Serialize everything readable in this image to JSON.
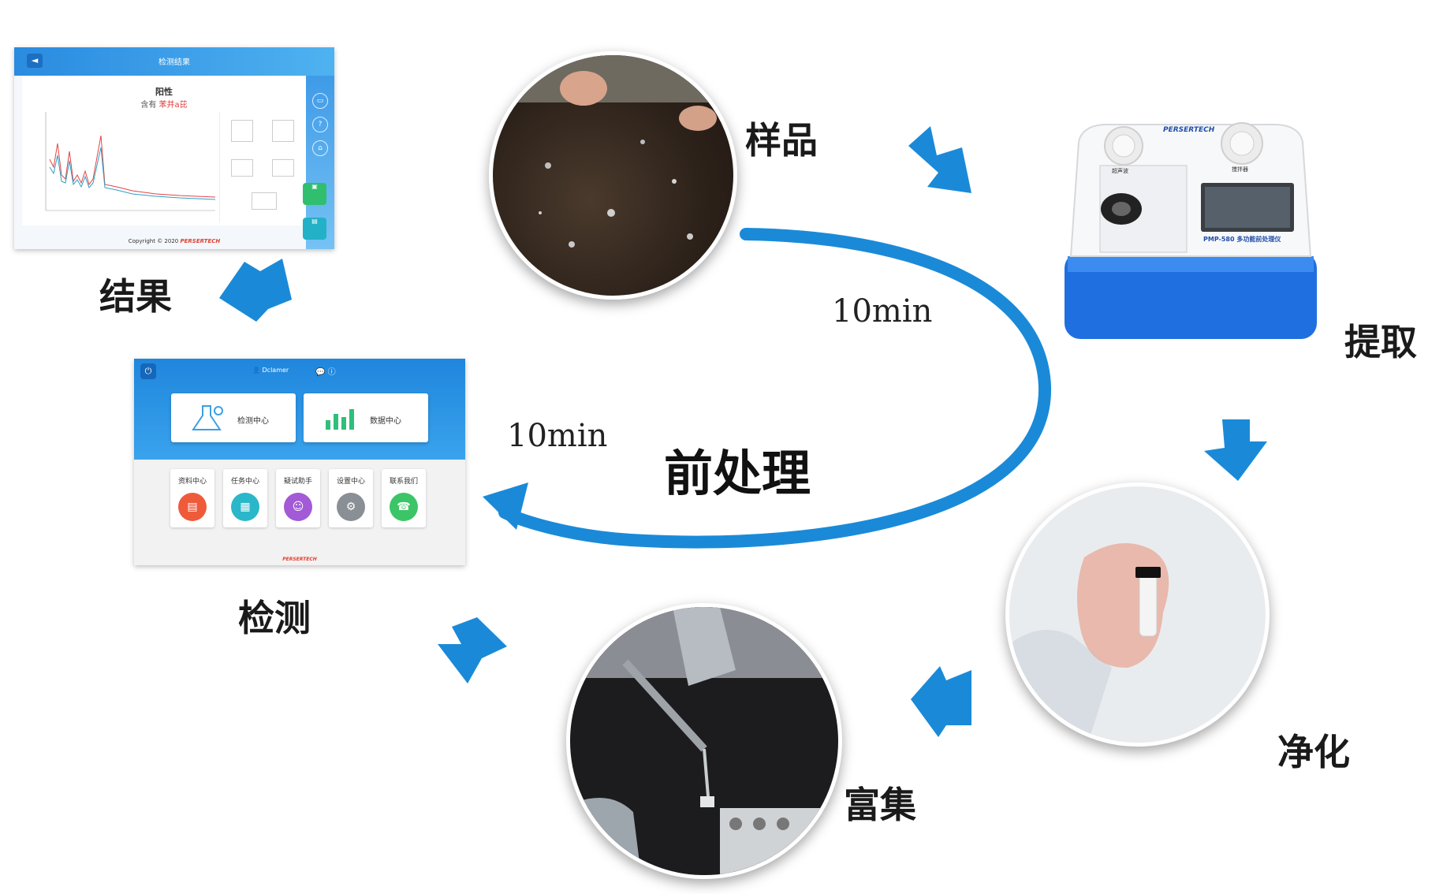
{
  "steps": {
    "sample": "样品",
    "extract": "提取",
    "purify": "净化",
    "enrich": "富集",
    "detect": "检测",
    "result": "结果"
  },
  "center_title": "前处理",
  "time_labels": [
    "10min",
    "10min"
  ],
  "result_screen": {
    "title": "检测结果",
    "back_icon": "back-arrow-icon",
    "verdict": "阳性",
    "contains_prefix": "含有",
    "contains_substance": "苯并a芘",
    "footer_prefix": "Copyright © 2020",
    "footer_brand": "PERSERTECH"
  },
  "detect_screen": {
    "user": "Dclamer",
    "card_left": "检测中心",
    "card_right": "数据中心",
    "tiles": [
      {
        "label": "资料中心",
        "color": "#ef5a3a"
      },
      {
        "label": "任务中心",
        "color": "#2ab7c9"
      },
      {
        "label": "疑试助手",
        "color": "#a25ad6"
      },
      {
        "label": "设置中心",
        "color": "#8a8f96"
      },
      {
        "label": "联系我们",
        "color": "#3cc567"
      }
    ],
    "footer_brand": "PERSERTECH"
  },
  "device": {
    "brand": "PERSERTECH",
    "left_knob": "超声波",
    "right_knob": "搅拌器",
    "model": "PMP-580 多功能前处理仪"
  },
  "colors": {
    "arrow_blue": "#1a8ad8",
    "curve_blue": "#1a8ad8",
    "device_base": "#1f6fe0"
  }
}
